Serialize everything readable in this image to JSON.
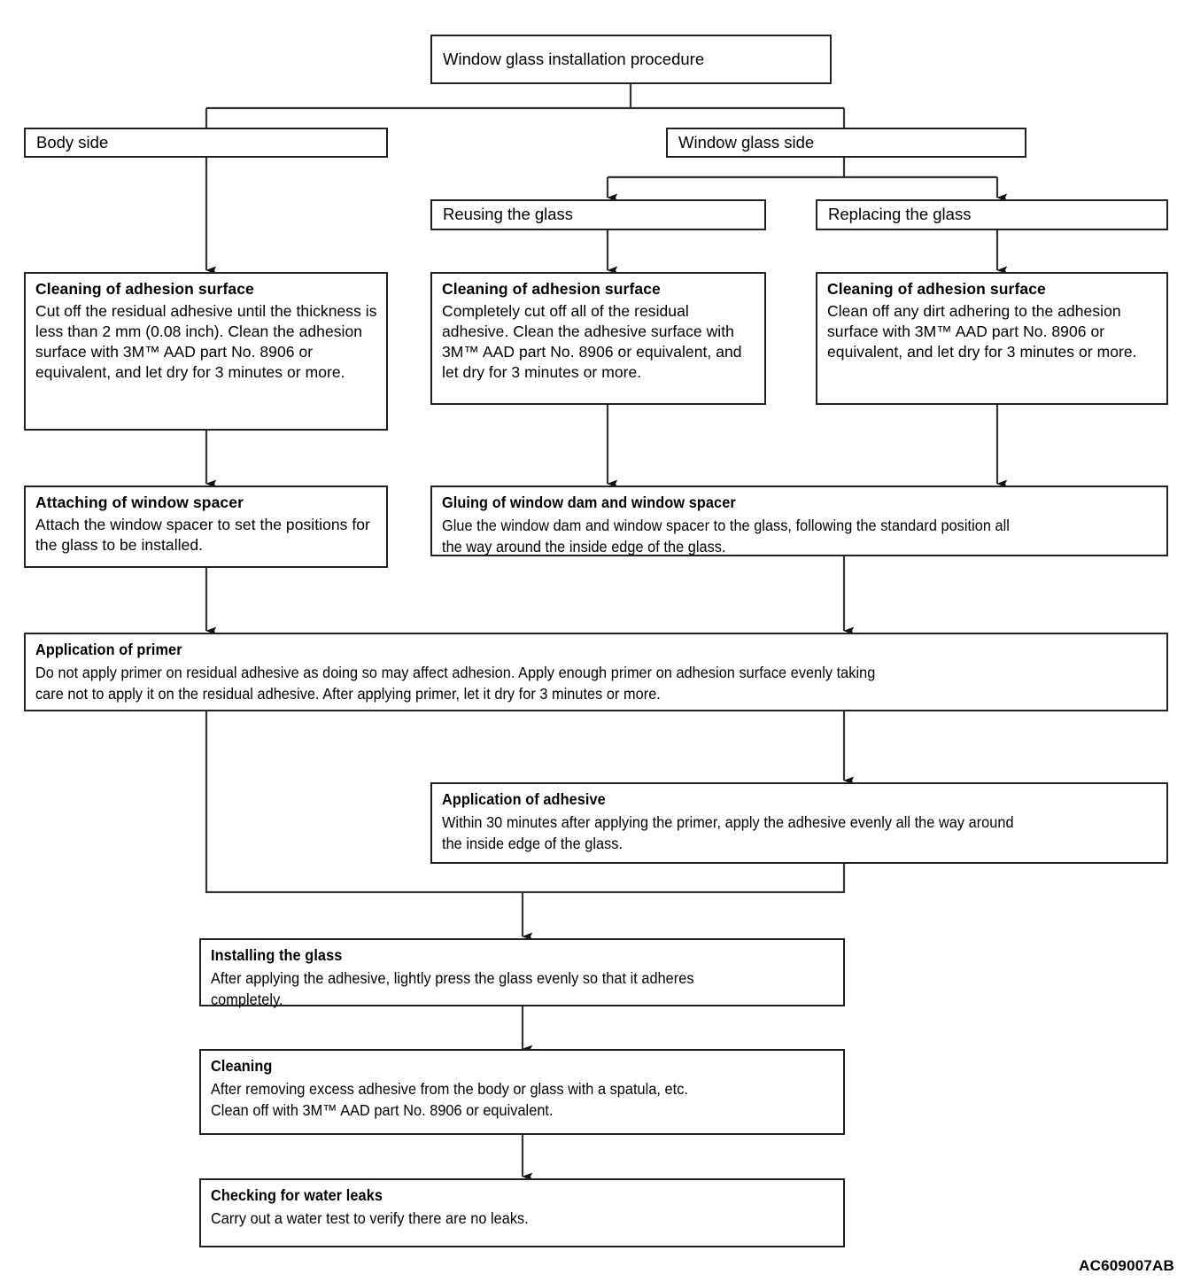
{
  "diagram": {
    "title": "Window glass installation procedure",
    "reference_code": "AC609007AB",
    "nodes": {
      "root": {
        "label": "Window glass installation procedure"
      },
      "body_side": {
        "label": "Body side"
      },
      "glass_side": {
        "label": "Window glass side"
      },
      "reusing": {
        "label": "Reusing the glass"
      },
      "replacing": {
        "label": "Replacing  the glass"
      },
      "clean_body": {
        "title": "Cleaning of adhesion surface",
        "body": "Cut off the residual adhesive until the thickness is less than 2 mm (0.08 inch). Clean the adhesion surface with 3M™ AAD part No. 8906 or equivalent, and let dry for 3 minutes or more."
      },
      "clean_reuse": {
        "title": "Cleaning of adhesion surface",
        "body": "Completely cut off all of the residual adhesive. Clean the adhesive surface with 3M™ AAD part No. 8906 or equivalent, and let dry for 3 minutes or more."
      },
      "clean_replace": {
        "title": "Cleaning of adhesion surface",
        "body": "Clean off any dirt adhering to the adhesion surface with 3M™ AAD part No. 8906 or equivalent, and let dry for 3 minutes or more."
      },
      "attach_spacer": {
        "title": "Attaching of window spacer",
        "body": "Attach the window spacer to set the positions for the glass to be installed."
      },
      "gluing": {
        "title": "Gluing of window dam and window spacer",
        "body_line1": "Glue the window dam and window spacer to the glass, following the standard position all",
        "body_line2": "the way around the inside edge of the glass."
      },
      "primer": {
        "title": "Application of primer",
        "body_line1": "Do not apply primer on residual adhesive as doing so may affect adhesion. Apply enough primer on adhesion surface evenly taking",
        "body_line2": "care not to apply it on the residual adhesive. After applying primer, let it dry for 3 minutes or more."
      },
      "adhesive": {
        "title": "Application of adhesive",
        "body_line1": "Within 30 minutes after applying the primer, apply the adhesive evenly all the way around",
        "body_line2": "the inside edge of the glass."
      },
      "installing": {
        "title": "Installing the glass",
        "body_line1": "After applying the adhesive, lightly  press the glass evenly so that it adheres",
        "body_line2": "completely."
      },
      "cleaning": {
        "title": "Cleaning",
        "body_line1": "After removing excess adhesive from the body or glass with a spatula, etc.",
        "body_line2": "Clean off  with 3M™ AAD part No. 8906 or equivalent."
      },
      "water_leaks": {
        "title": "Checking for water  leaks",
        "body_line1": "Carry out a water test to verify there are no leaks.",
        "body_line2": ""
      }
    },
    "colors": {
      "line": "#222222",
      "background": "#ffffff",
      "text": "#000000"
    }
  }
}
